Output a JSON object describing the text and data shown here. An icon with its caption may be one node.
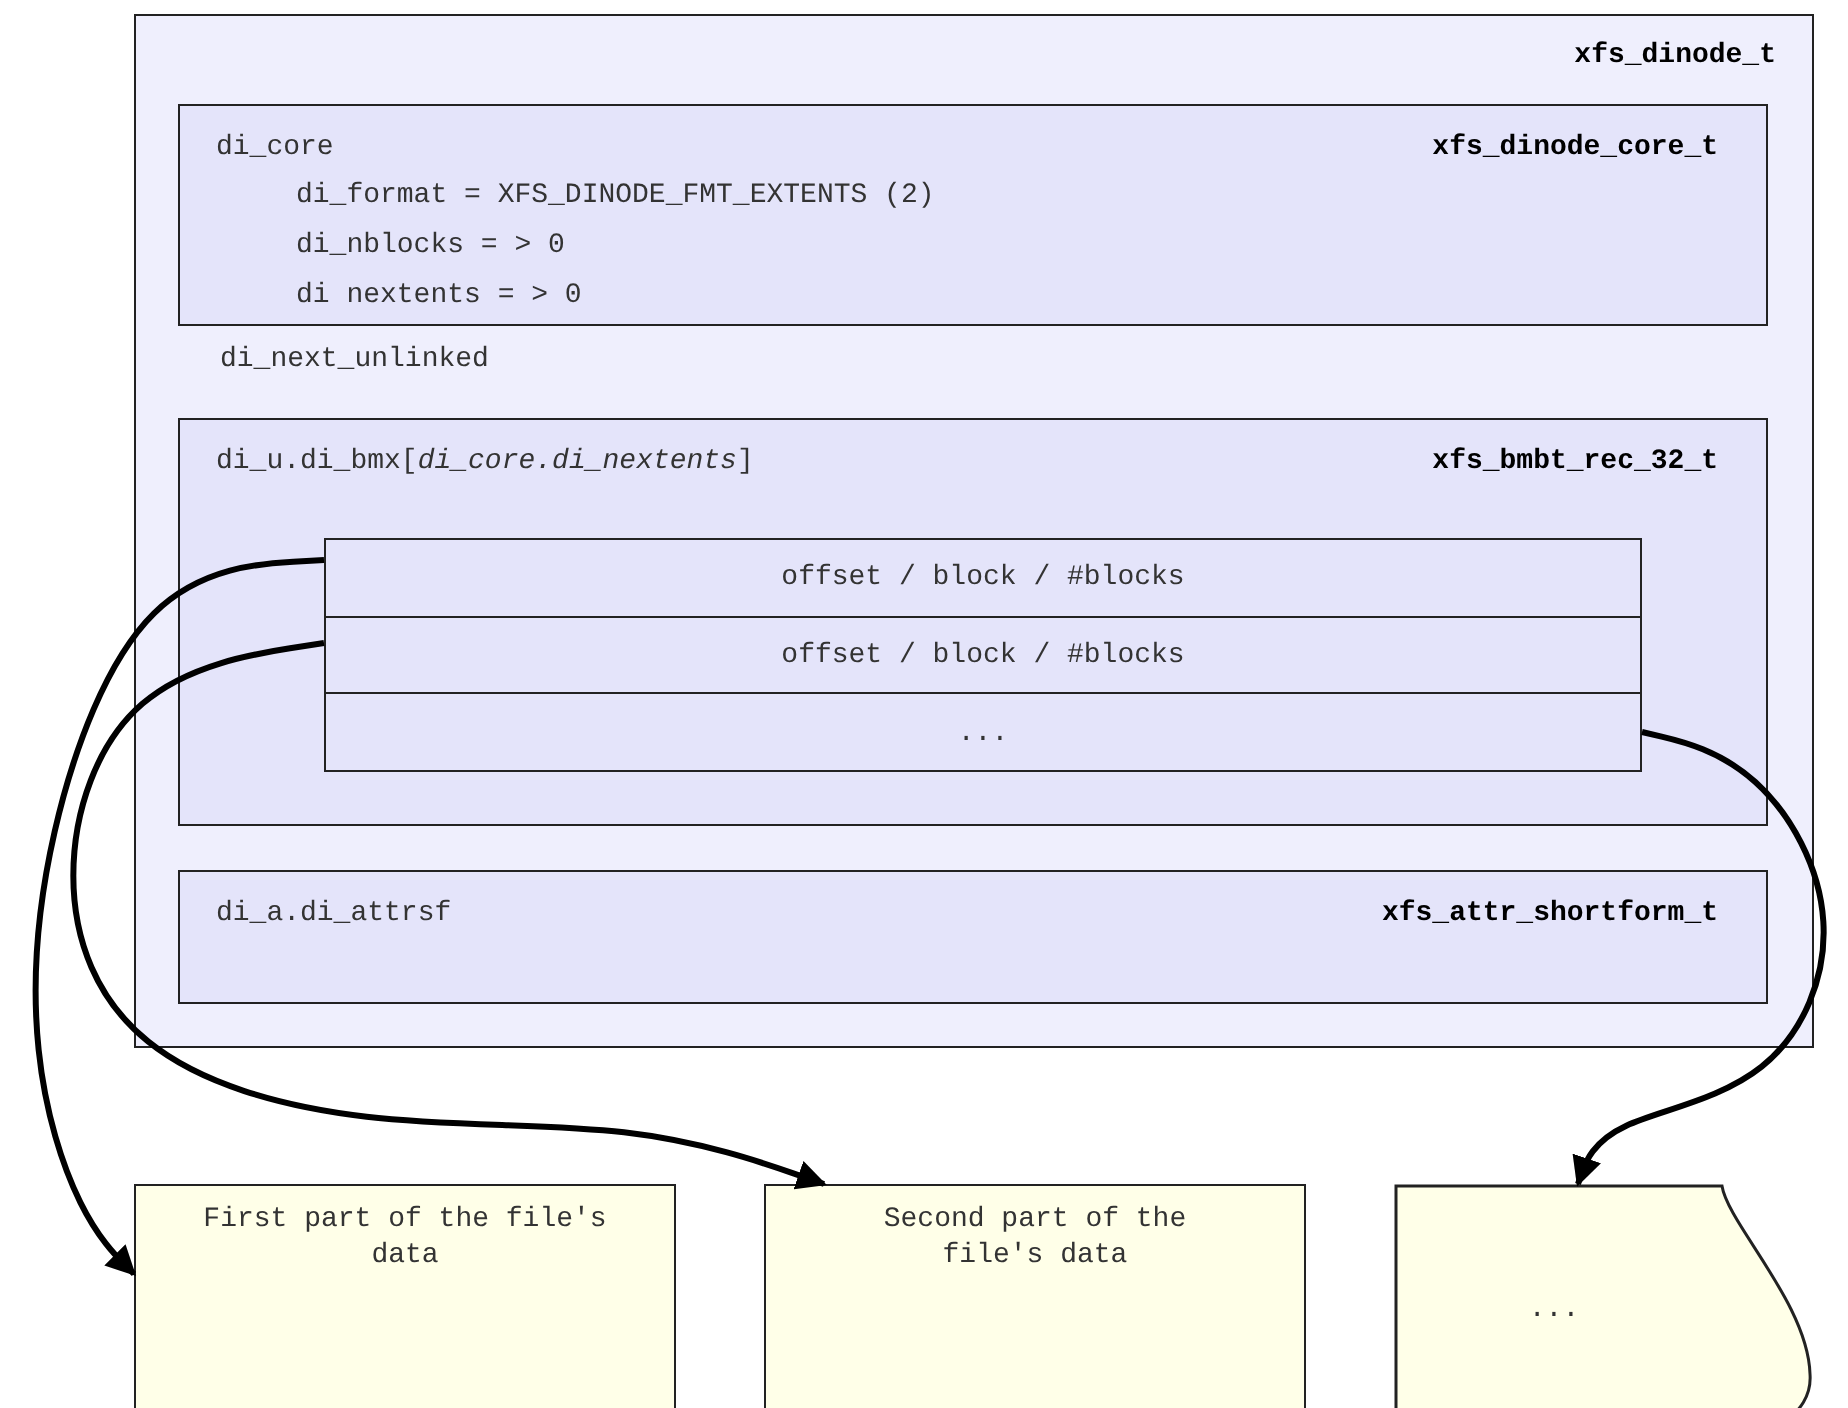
{
  "diagram": {
    "nodes": [
      {
        "text": [
          "xfs_dinode_t",
          "di_next_unlinked"
        ]
      },
      {
        "text": [
          "di_core",
          "xfs_dinode_core_t",
          "di_format = XFS_DINODE_FMT_EXTENTS (2)",
          "di_nblocks = > 0",
          "di nextents = > 0"
        ],
        "in": 0
      },
      {
        "text": [
          "di_u.di_bmx[*di_core.di_nextents*]",
          "xfs_bmbt_rec_32_t"
        ],
        "in": 0
      },
      {
        "text": [
          "offset / block / #blocks"
        ],
        "in": 2
      },
      {
        "text": [
          "offset / block / #blocks"
        ],
        "in": 2
      },
      {
        "text": [
          "..."
        ],
        "in": 2
      },
      {
        "text": [
          "di_a.di_attrsf",
          "xfs_attr_shortform_t"
        ],
        "in": 0
      },
      {
        "text": [
          "First part of the file's data"
        ]
      },
      {
        "text": [
          "Second part of the file's data"
        ]
      },
      {
        "text": [
          "..."
        ]
      }
    ],
    "edges": [
      {
        "from": 3,
        "to": 7,
        "arrow": "to"
      },
      {
        "from": 4,
        "to": 8,
        "arrow": "to"
      },
      {
        "from": 5,
        "to": 9,
        "arrow": "to"
      }
    ]
  }
}
